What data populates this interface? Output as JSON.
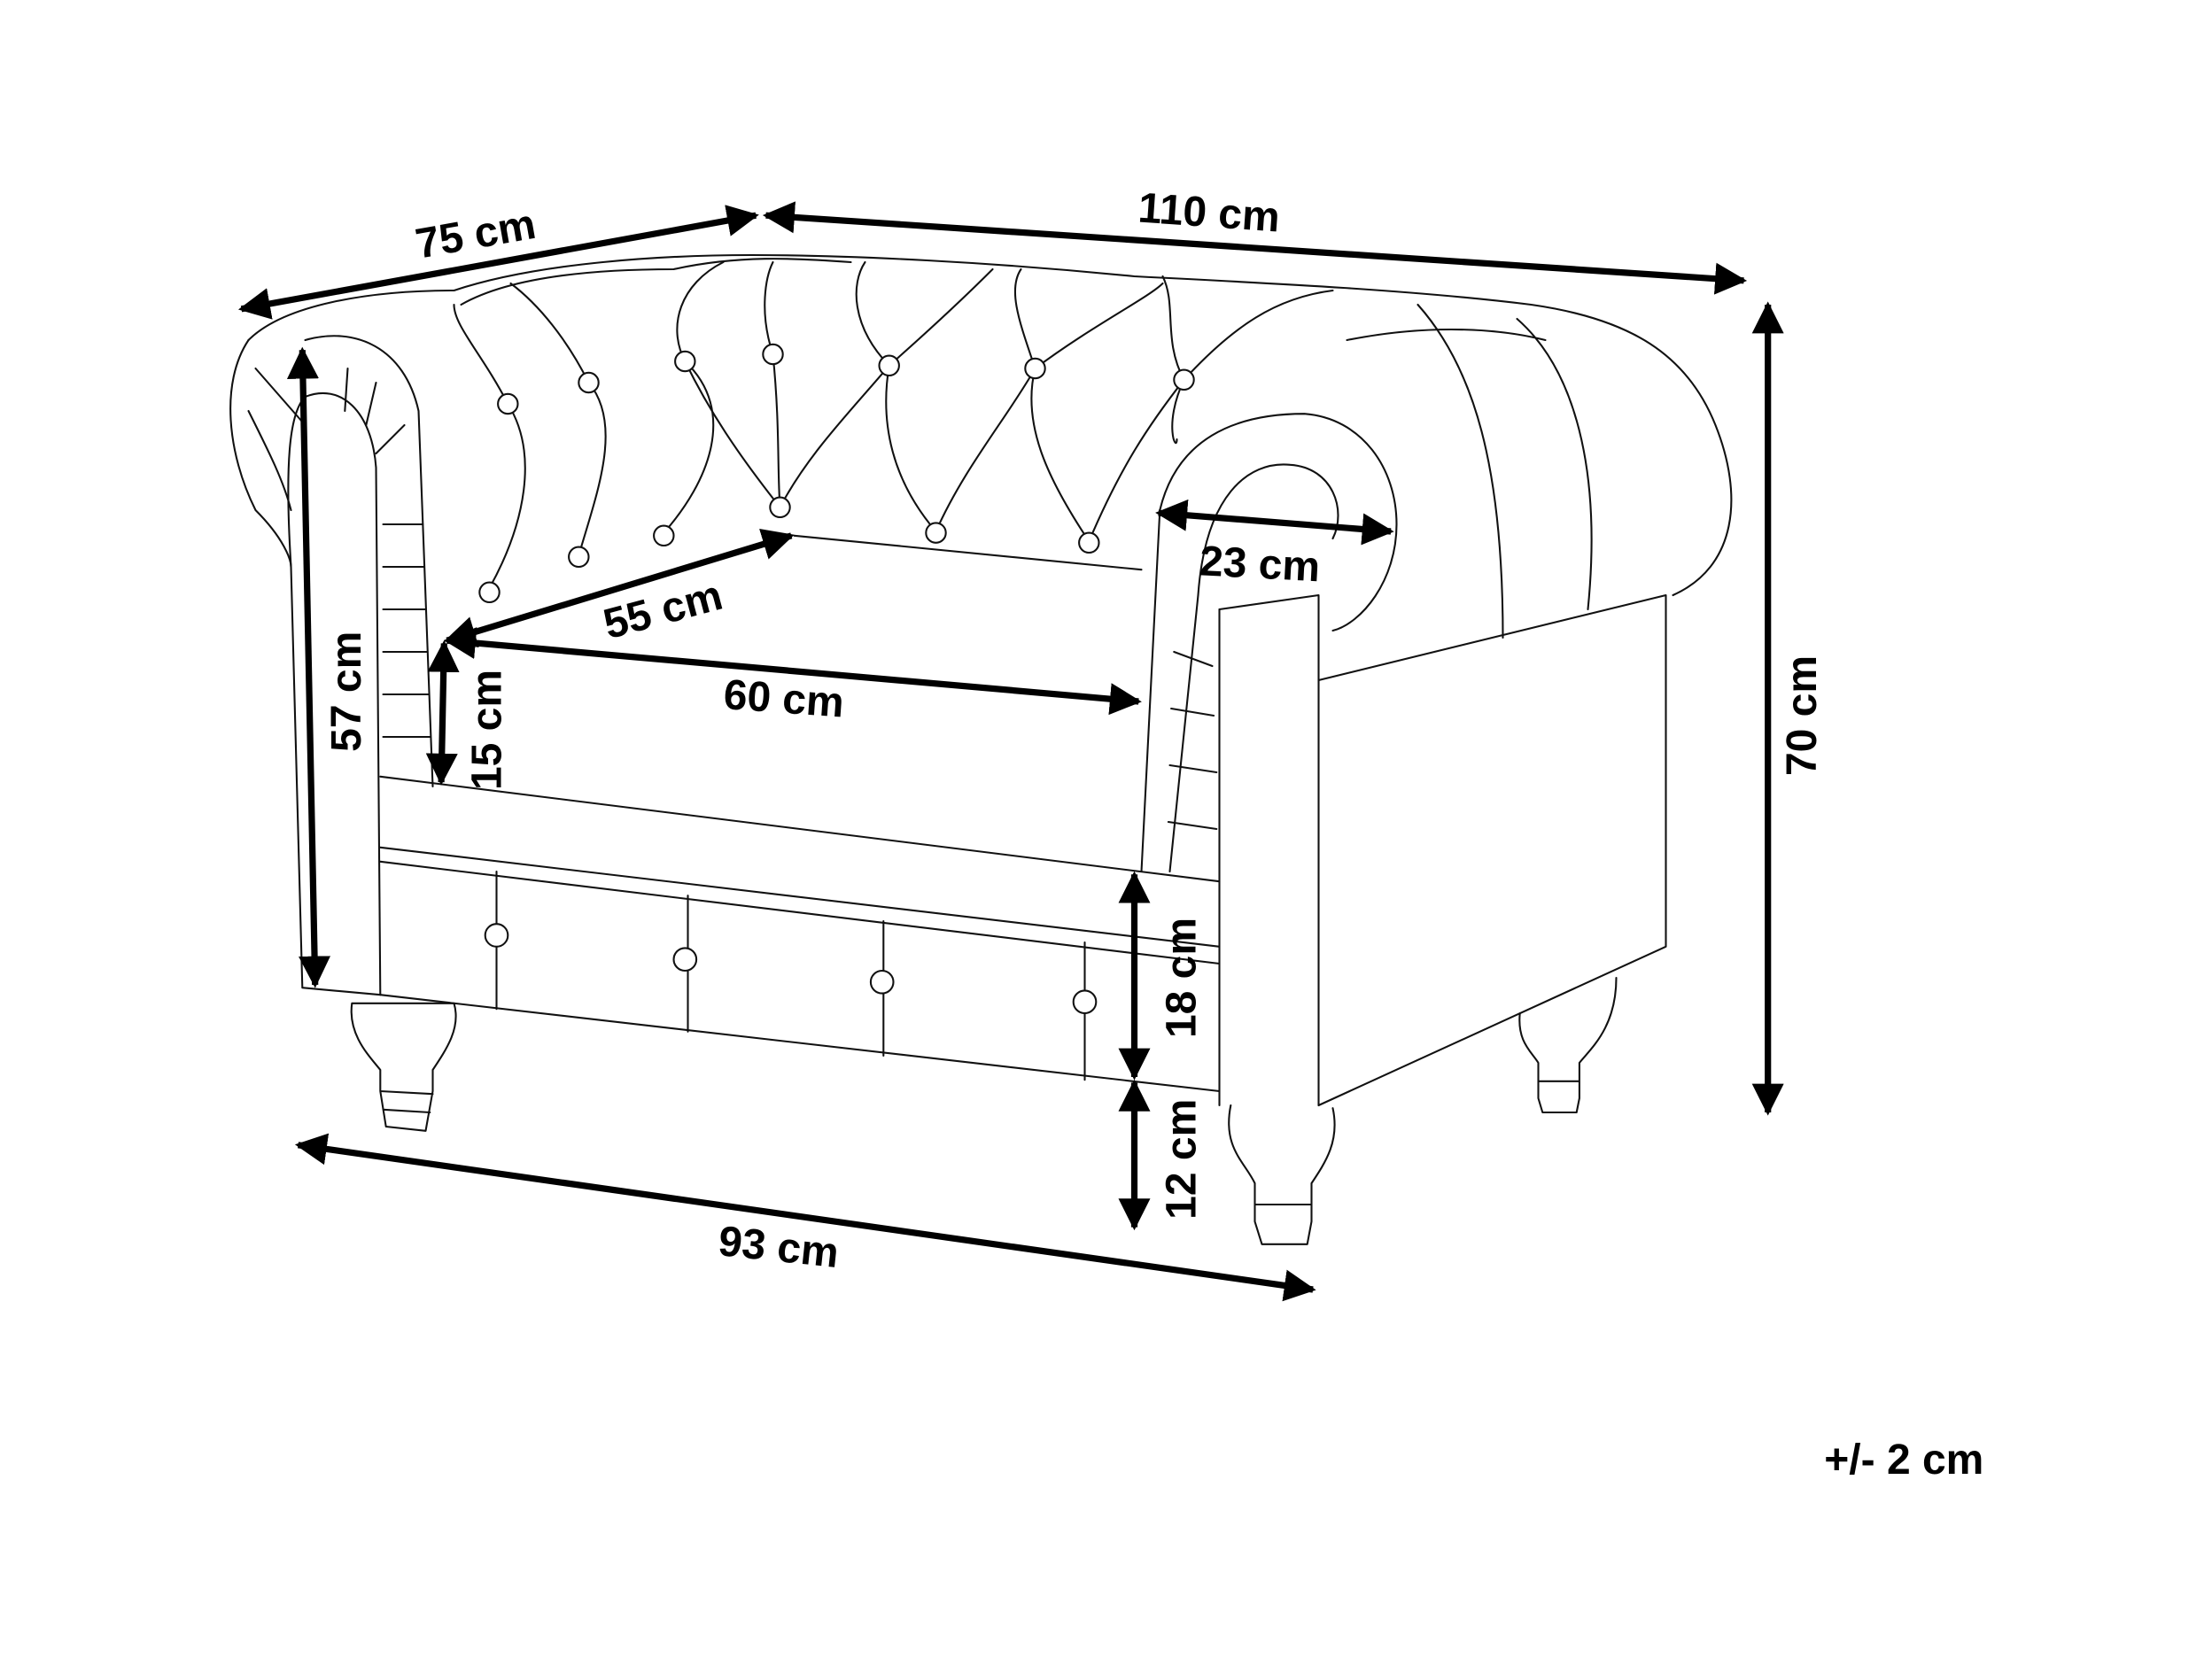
{
  "title": "Armchair dimensions",
  "dimensions": {
    "depth": "75 cm",
    "width": "110 cm",
    "height": "70 cm",
    "arm_height": "57 cm",
    "seat_depth": "55 cm",
    "seat_width": "60 cm",
    "seat_to_arm": "15 cm",
    "arm_width": "23 cm",
    "seat_base": "18 cm",
    "leg_height": "12 cm",
    "front_width": "93 cm"
  },
  "tolerance": "+/- 2 cm",
  "colors": {
    "line": "#000000",
    "background": "#ffffff"
  }
}
